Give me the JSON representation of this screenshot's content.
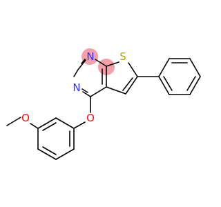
{
  "molecule": {
    "colors": {
      "background": "#ffffff",
      "bond": "#000000",
      "nitrogen": "#3030ff",
      "oxygen": "#ff0d0d",
      "sulfur": "#b8a100",
      "highlight": "#f4a0a8"
    },
    "highlighted_atoms": [
      "N",
      "C"
    ],
    "labels": {
      "n_upper": "N",
      "n_lower": "N",
      "s_ring": "S",
      "o_ether": "O",
      "o_methoxy": "O"
    }
  }
}
